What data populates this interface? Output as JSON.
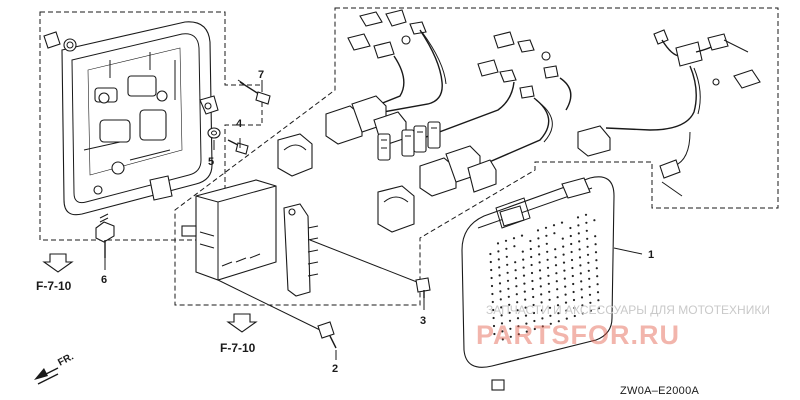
{
  "callouts": {
    "c1": "1",
    "c2": "2",
    "c3": "3",
    "c4": "4",
    "c5": "5",
    "c6": "6",
    "c7": "7"
  },
  "refs": {
    "left": "F-7-10",
    "bottom": "F-7-10"
  },
  "direction_label": "FR.",
  "diagram_code": "ZW0A–E2000A",
  "watermark": {
    "caption": "ЗАПЧАСТИ И АКСЕССУАРЫ ДЛЯ МОТОТЕХНИКИ",
    "brand": "PARTSFOR.RU"
  }
}
